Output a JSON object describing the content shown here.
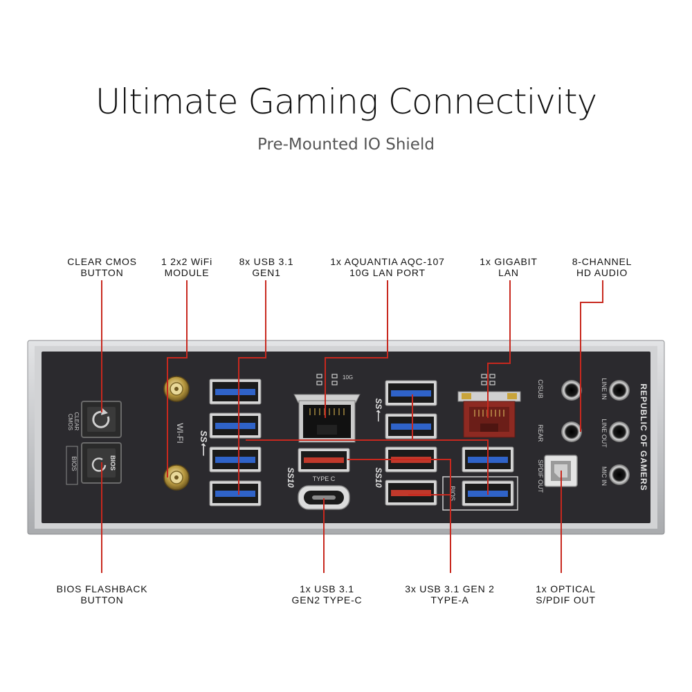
{
  "header": {
    "title": "Ultimate Gaming Connectivity",
    "subtitle": "Pre-Mounted IO Shield"
  },
  "callouts": {
    "clear_cmos": "CLEAR CMOS\nBUTTON",
    "wifi_module": "1 2x2 WiFi\nMODULE",
    "usb31_gen1": "8x USB 3.1\nGEN1",
    "aquantia_lan": "1x AQUANTIA AQC-107\n10G LAN PORT",
    "gigabit_lan": "1x GIGABIT\nLAN",
    "hd_audio": "8-CHANNEL\nHD AUDIO",
    "bios_flashback": "BIOS FLASHBACK\nBUTTON",
    "usb_type_c": "1x USB 3.1\nGEN2 TYPE-C",
    "usb_gen2_type_a": "3x USB 3.1 GEN 2\nTYPE-A",
    "optical_spdif": "1x OPTICAL\nS/PDIF OUT"
  },
  "panel_text": {
    "clear_cmos": "CLEAR\nCMOS",
    "bios_side": "BIOS",
    "bios_button": "BIOS",
    "wifi": "WI-FI",
    "type_c": "TYPE C",
    "bios_port": "BIOS",
    "csub": "C/SUB",
    "rear": "REAR",
    "spdif_out": "SPDIF OUT",
    "line_in": "LINE IN",
    "line_out": "LINE OUT",
    "mic_in": "MIC IN",
    "brand": "REPUBLIC OF GAMERS"
  },
  "icons": {
    "usb_ss": "usb-superspeed-icon",
    "usb_ss10": "usb-superspeed-10-icon",
    "network": "network-icon",
    "refresh": "refresh-icon"
  },
  "colors": {
    "callout_line": "#c8281e",
    "panel": "#2b2a2e",
    "frame": "#bfc0c2",
    "usb_blue": "#2f63c8",
    "usb_red": "#c0392b",
    "lan_red": "#8e2a22"
  }
}
